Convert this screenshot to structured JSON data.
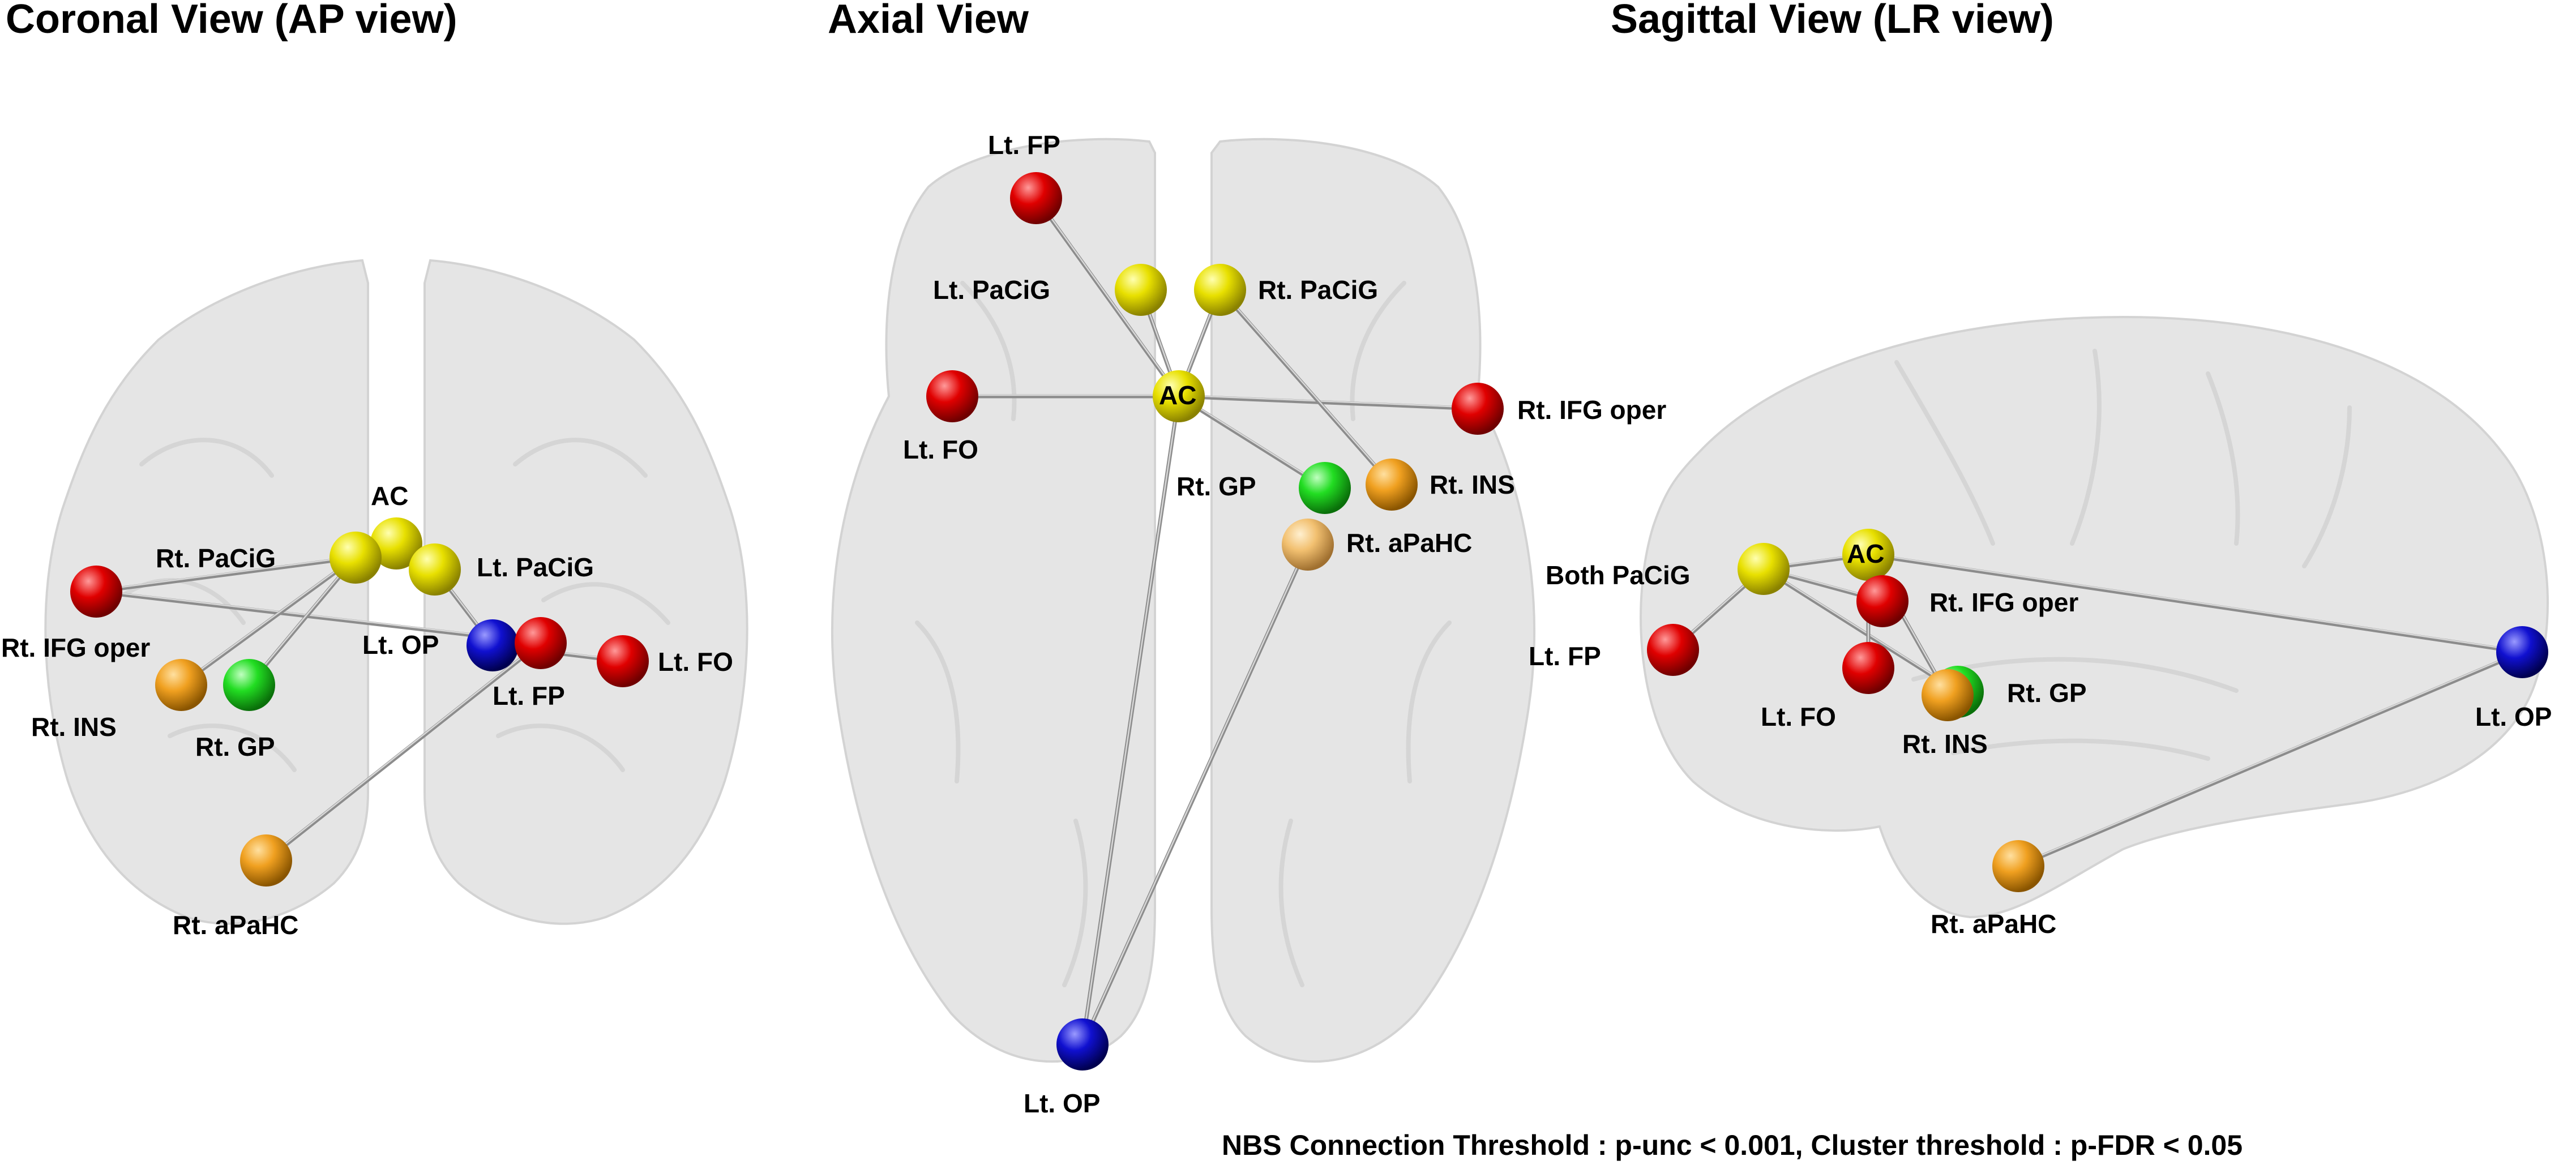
{
  "colors": {
    "yellow": "#e8e000",
    "red": "#e00000",
    "orange": "#f0a020",
    "light_orange": "#f2c070",
    "green": "#22dd22",
    "blue": "#1010d0"
  },
  "views": [
    {
      "id": "coronal",
      "title": "Coronal View (AP view)",
      "nodes": [
        {
          "id": "ac",
          "label": "AC",
          "color": "yellow"
        },
        {
          "id": "rt_pacig",
          "label": "Rt. PaCiG",
          "color": "yellow"
        },
        {
          "id": "lt_pacig",
          "label": "Lt. PaCiG",
          "color": "yellow"
        },
        {
          "id": "rt_ifg",
          "label": "Rt. IFG oper",
          "color": "red"
        },
        {
          "id": "rt_ins",
          "label": "Rt. INS",
          "color": "orange"
        },
        {
          "id": "rt_gp",
          "label": "Rt. GP",
          "color": "green"
        },
        {
          "id": "lt_op",
          "label": "Lt. OP",
          "color": "blue"
        },
        {
          "id": "lt_fp",
          "label": "Lt. FP",
          "color": "red"
        },
        {
          "id": "lt_fo",
          "label": "Lt. FO",
          "color": "red"
        },
        {
          "id": "rt_apahc",
          "label": "Rt. aPaHC",
          "color": "orange"
        }
      ]
    },
    {
      "id": "axial",
      "title": "Axial View",
      "nodes": [
        {
          "id": "lt_fp",
          "label": "Lt. FP",
          "color": "red"
        },
        {
          "id": "lt_pacig",
          "label": "Lt. PaCiG",
          "color": "yellow"
        },
        {
          "id": "rt_pacig",
          "label": "Rt. PaCiG",
          "color": "yellow"
        },
        {
          "id": "ac",
          "label": "AC",
          "color": "yellow"
        },
        {
          "id": "lt_fo",
          "label": "Lt. FO",
          "color": "red"
        },
        {
          "id": "rt_ifg",
          "label": "Rt. IFG oper",
          "color": "red"
        },
        {
          "id": "rt_gp",
          "label": "Rt. GP",
          "color": "green"
        },
        {
          "id": "rt_ins",
          "label": "Rt. INS",
          "color": "orange"
        },
        {
          "id": "rt_apahc",
          "label": "Rt. aPaHC",
          "color": "light_orange"
        },
        {
          "id": "lt_op",
          "label": "Lt. OP",
          "color": "blue"
        }
      ]
    },
    {
      "id": "sagittal",
      "title": "Sagittal View (LR view)",
      "nodes": [
        {
          "id": "both_pacig",
          "label": "Both PaCiG",
          "color": "yellow"
        },
        {
          "id": "ac",
          "label": "AC",
          "color": "yellow"
        },
        {
          "id": "rt_ifg",
          "label": "Rt. IFG oper",
          "color": "red"
        },
        {
          "id": "lt_fp",
          "label": "Lt. FP",
          "color": "red"
        },
        {
          "id": "lt_fo",
          "label": "Lt. FO",
          "color": "red"
        },
        {
          "id": "rt_gp",
          "label": "Rt. GP",
          "color": "green"
        },
        {
          "id": "rt_ins",
          "label": "Rt. INS",
          "color": "orange"
        },
        {
          "id": "lt_op",
          "label": "Lt. OP",
          "color": "blue"
        },
        {
          "id": "rt_apahc",
          "label": "Rt. aPaHC",
          "color": "orange"
        }
      ]
    }
  ],
  "footnote": "NBS Connection Threshold : p-unc < 0.001, Cluster threshold : p-FDR < 0.05"
}
